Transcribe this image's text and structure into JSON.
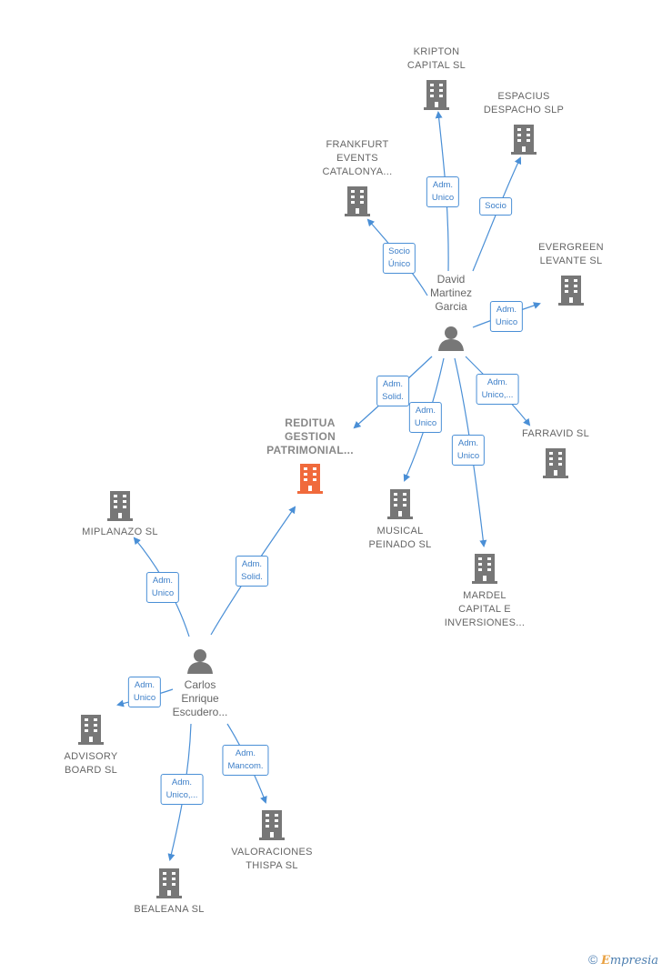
{
  "colors": {
    "edge": "#4a8fd6",
    "company_icon": "#777777",
    "focus_icon": "#f06a3c",
    "person_icon": "#777777"
  },
  "companies": {
    "kripton": "KRIPTON\nCAPITAL  SL",
    "espacius": "ESPACIUS\nDESPACHO  SLP",
    "frankfurt": "FRANKFURT\nEVENTS\nCATALONYA...",
    "evergreen": "EVERGREEN\nLEVANTE  SL",
    "farravid": "FARRAVID  SL",
    "musical": "MUSICAL\nPEINADO SL",
    "mardel": "MARDEL\nCAPITAL E\nINVERSIONES...",
    "reditua": "REDITUA\nGESTION\nPATRIMONIAL...",
    "miplanazo": "MIPLANAZO  SL",
    "advisory": "ADVISORY\nBOARD  SL",
    "valoraciones": "VALORACIONES\nTHISPA SL",
    "bealeana": "BEALEANA  SL"
  },
  "persons": {
    "david": "David\nMartinez\nGarcia",
    "carlos": "Carlos\nEnrique\nEscudero..."
  },
  "edge_labels": {
    "david_kripton": "Adm.\nUnico",
    "david_espacius": "Socio",
    "david_frankfurt": "Socio\nÚnico",
    "david_evergreen": "Adm.\nUnico",
    "david_reditua": "Adm.\nSolid.",
    "david_musical": "Adm.\nUnico",
    "david_farravid": "Adm.\nUnico,...",
    "david_mardel": "Adm.\nUnico",
    "carlos_reditua": "Adm.\nSolid.",
    "carlos_miplanazo": "Adm.\nUnico",
    "carlos_advisory": "Adm.\nUnico",
    "carlos_valoraciones": "Adm.\nMancom.",
    "carlos_bealeana": "Adm.\nUnico,..."
  },
  "footer": {
    "copyright": "©",
    "brand_initial": "E",
    "brand_rest": "mpresia"
  }
}
